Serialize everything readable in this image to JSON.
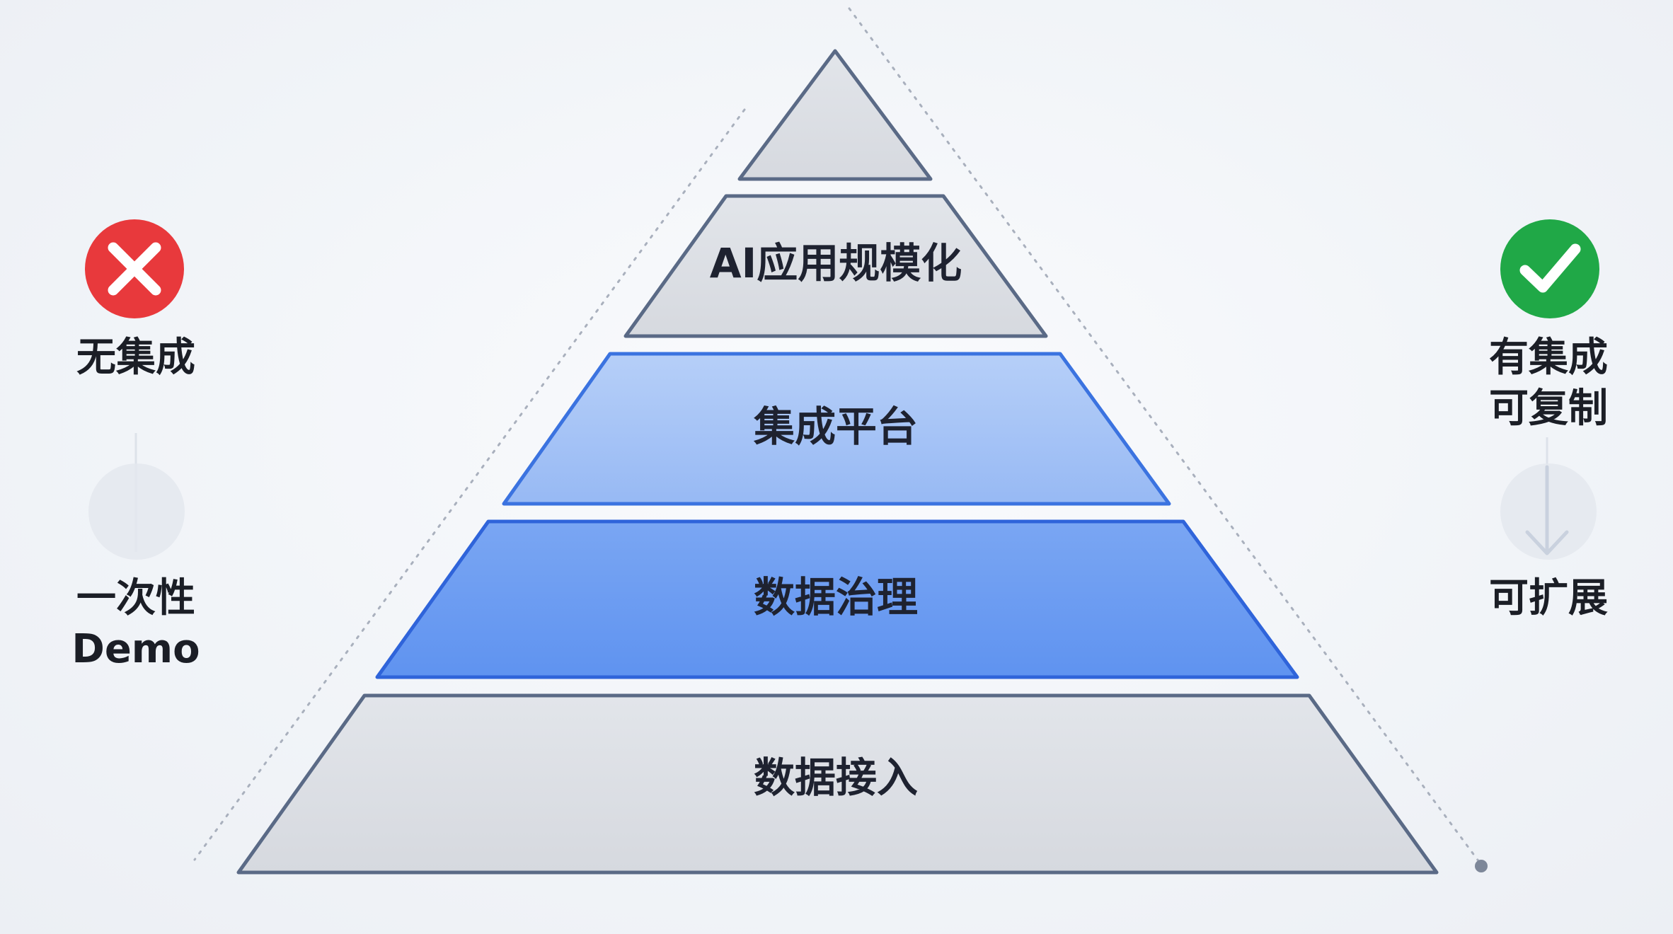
{
  "pyramid": {
    "layers": [
      {
        "label": "",
        "fill": "#dfe2e8"
      },
      {
        "label": "AI应用规模化",
        "fill": "#dfe2e8"
      },
      {
        "label": "集成平台",
        "fill": "#a8c4f6"
      },
      {
        "label": "数据治理",
        "fill": "#6f9ef2"
      },
      {
        "label": "数据接入",
        "fill": "#d9dce3"
      }
    ],
    "outline_color": "#5a6a86"
  },
  "left": {
    "top_label": "无集成",
    "bottom_label_line1": "一次性",
    "bottom_label_line2": "Demo",
    "icon": "x-circle-icon",
    "icon_color": "#e8383b"
  },
  "right": {
    "top_label_line1": "有集成",
    "top_label_line2": "可复制",
    "bottom_label": "可扩展",
    "icon": "check-circle-icon",
    "icon_color": "#22a845"
  }
}
